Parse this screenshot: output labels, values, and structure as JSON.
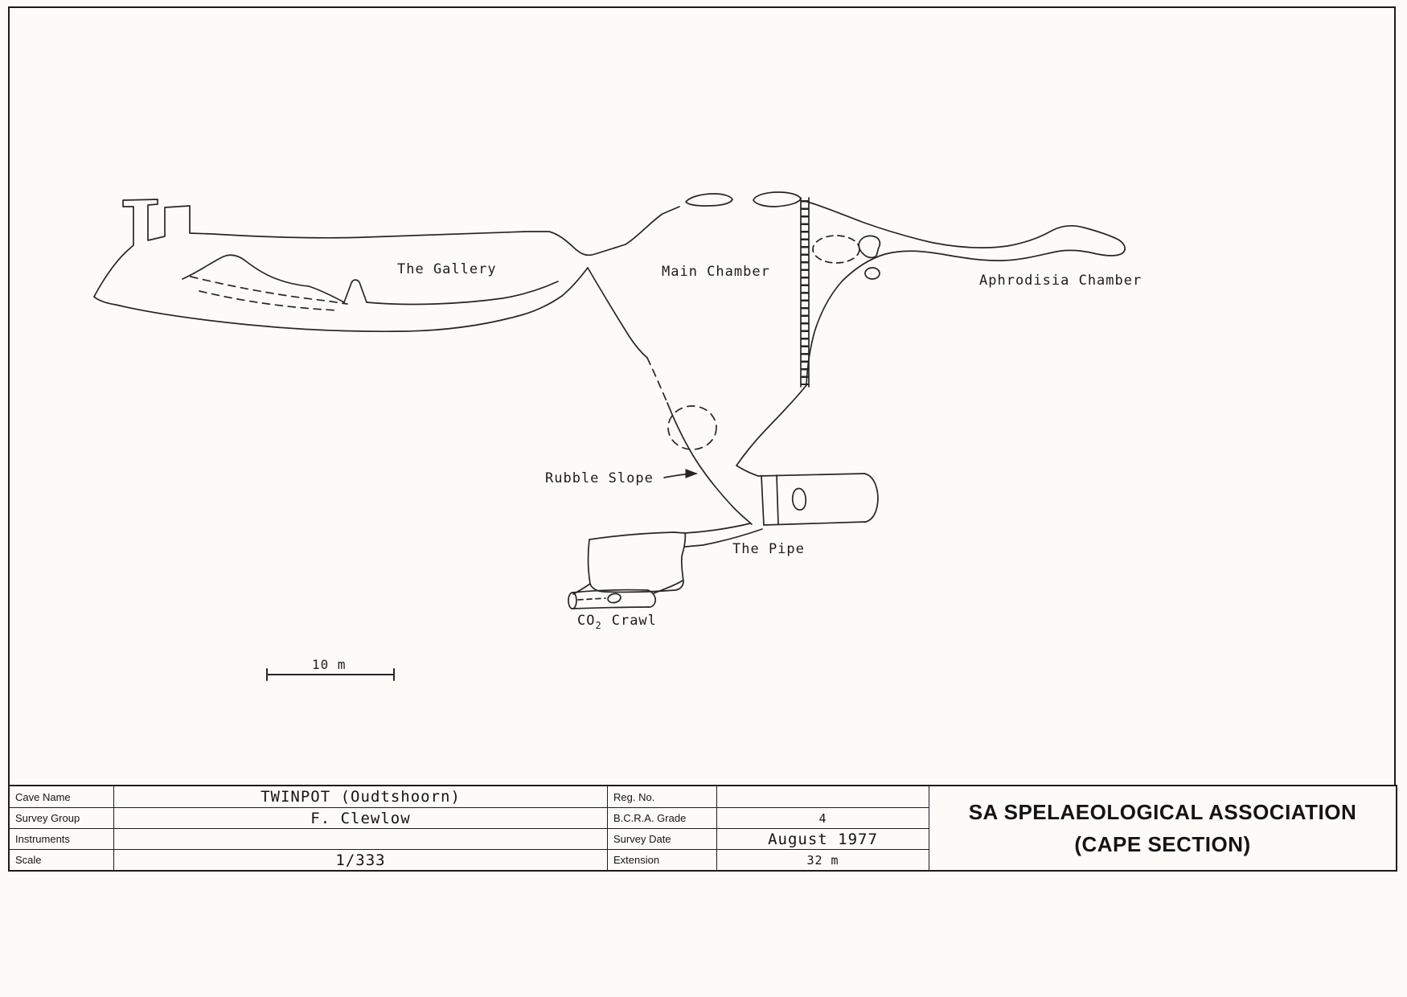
{
  "map": {
    "labels": {
      "gallery": "The Gallery",
      "main_chamber": "Main Chamber",
      "aphrodisia": "Aphrodisia Chamber",
      "rubble_slope": "Rubble Slope",
      "the_pipe": "The Pipe",
      "co2_prefix": "CO",
      "co2_sub": "2",
      "co2_suffix": "Crawl",
      "scale_label": "10 m"
    },
    "line_color": "#262626"
  },
  "title_block": {
    "rows": [
      {
        "label": "Cave Name",
        "value": "TWINPOT (Oudtshoorn)",
        "label2": "Reg. No.",
        "value2": ""
      },
      {
        "label": "Survey Group",
        "value": "F. Clewlow",
        "label2": "B.C.R.A. Grade",
        "value2": "4"
      },
      {
        "label": "Instruments",
        "value": "",
        "label2": "Survey Date",
        "value2": "August 1977"
      },
      {
        "label": "Scale",
        "value": "1/333",
        "label2": "Extension",
        "value2": "32 m"
      }
    ],
    "org_line1": "SA SPELAEOLOGICAL ASSOCIATION",
    "org_line2": "(CAPE SECTION)"
  }
}
